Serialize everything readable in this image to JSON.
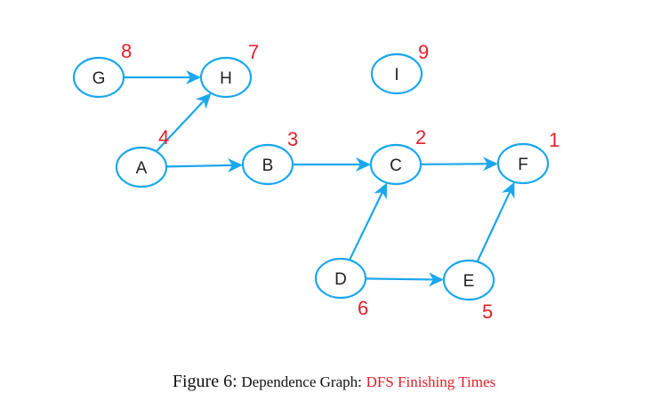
{
  "diagram": {
    "nodes": [
      {
        "id": "G",
        "label": "G",
        "finish": "8"
      },
      {
        "id": "H",
        "label": "H",
        "finish": "7"
      },
      {
        "id": "I",
        "label": "I",
        "finish": "9"
      },
      {
        "id": "A",
        "label": "A",
        "finish": "4"
      },
      {
        "id": "B",
        "label": "B",
        "finish": "3"
      },
      {
        "id": "C",
        "label": "C",
        "finish": "2"
      },
      {
        "id": "F",
        "label": "F",
        "finish": "1"
      },
      {
        "id": "D",
        "label": "D",
        "finish": "6"
      },
      {
        "id": "E",
        "label": "E",
        "finish": "5"
      }
    ],
    "edges": [
      {
        "from": "G",
        "to": "H"
      },
      {
        "from": "A",
        "to": "H"
      },
      {
        "from": "A",
        "to": "B"
      },
      {
        "from": "B",
        "to": "C"
      },
      {
        "from": "C",
        "to": "F"
      },
      {
        "from": "D",
        "to": "C"
      },
      {
        "from": "D",
        "to": "E"
      },
      {
        "from": "E",
        "to": "F"
      }
    ],
    "colors": {
      "edge": "#1aa7ec",
      "finish_label": "#e0202a"
    }
  },
  "caption": {
    "figure_number": "Figure 6:",
    "text": "Dependence Graph:",
    "highlight": "DFS Finishing Times"
  }
}
